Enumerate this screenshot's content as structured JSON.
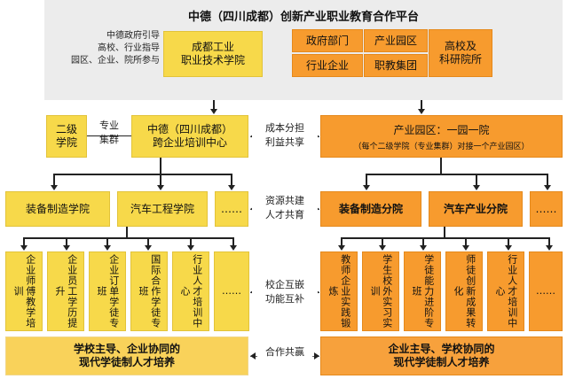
{
  "title": "中德（四川成都）创新产业职业教育合作平台",
  "top_note": [
    "中德政府引导",
    "高校、行业指导",
    "园区、企业、院所参与"
  ],
  "top_left_box": "成都工业\n职业技术学院",
  "top_right_boxes": [
    "政府部门",
    "产业园区",
    "高校及\n科研院所",
    "行业企业",
    "职教集团"
  ],
  "level2_left": "二级\n学院",
  "level2_link": "专业\n集群",
  "level2_center": "中德（四川成都）\n跨企业培训中心",
  "level2_mid": "成本分担\n利益共享",
  "level2_right_title": "产业园区：一园一院",
  "level2_right_sub": "（每个二级学院（专业集群）对接一个产业园区）",
  "level3_left": [
    "装备制造学院",
    "汽车工程学院",
    "……"
  ],
  "level3_mid": "资源共建\n人才共育",
  "level3_right": [
    "装备制造分院",
    "汽车产业分院",
    "……"
  ],
  "level4_left": [
    "企业师傅教学培训",
    "企业员工学历提升",
    "企业订单学徒专班",
    "国际合作学徒专班",
    "行业人才培训中心",
    "……"
  ],
  "level4_mid": "校企互嵌\n功能互补",
  "level4_right": [
    "教师企业实践锻炼",
    "学生校外实习实训",
    "学徒能力进阶专班",
    "师徒创新成果转化",
    "行业人才培训中心",
    "……"
  ],
  "bottom_left": "学校主导、企业协同的\n现代学徒制人才培养",
  "bottom_mid": "合作共赢",
  "bottom_right": "企业主导、学校协同的\n现代学徒制人才培养",
  "colors": {
    "yellow": "#f7d94a",
    "orange": "#f79b2e",
    "light_yellow": "#fbe9a6",
    "light_orange": "#fbd9b0"
  }
}
